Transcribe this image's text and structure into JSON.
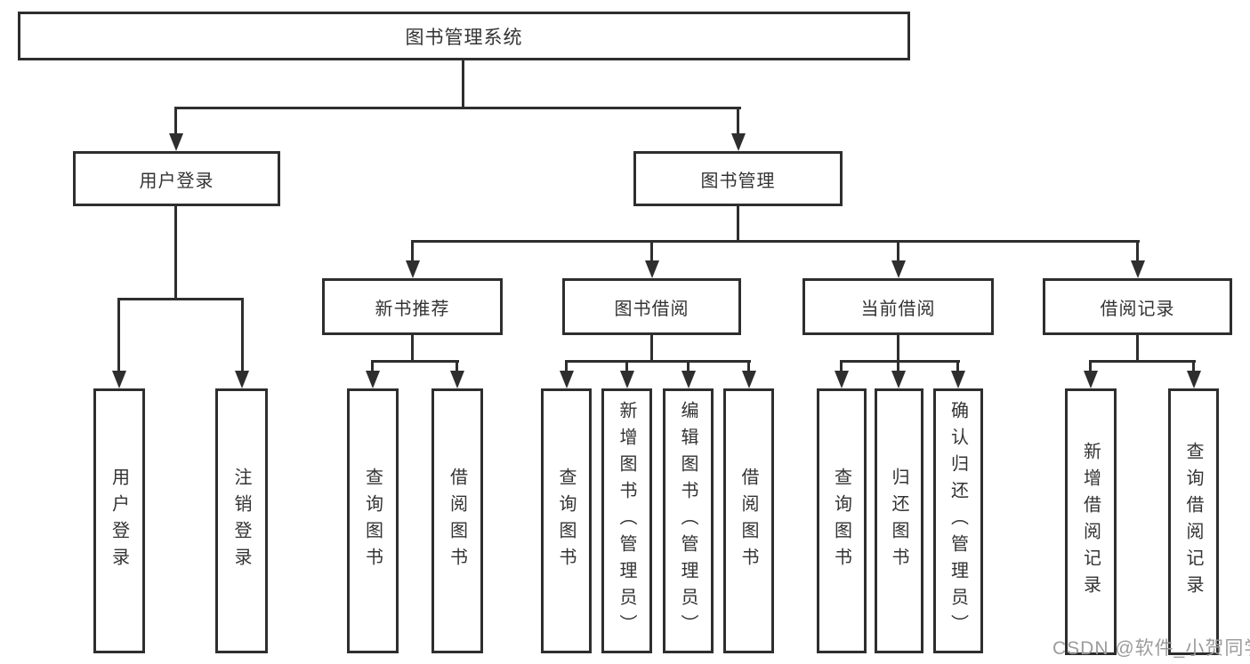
{
  "diagram_type": "tree",
  "tree": {
    "label": "图书管理系统",
    "children": [
      {
        "label": "用户登录",
        "children": [
          {
            "label": "用户登录"
          },
          {
            "label": "注销登录"
          }
        ]
      },
      {
        "label": "图书管理",
        "children": [
          {
            "label": "新书推荐",
            "children": [
              {
                "label": "查询图书"
              },
              {
                "label": "借阅图书"
              }
            ]
          },
          {
            "label": "图书借阅",
            "children": [
              {
                "label": "查询图书"
              },
              {
                "label": "新增图书（管理员）"
              },
              {
                "label": "编辑图书（管理员）"
              },
              {
                "label": "借阅图书"
              }
            ]
          },
          {
            "label": "当前借阅",
            "children": [
              {
                "label": "查询图书"
              },
              {
                "label": "归还图书"
              },
              {
                "label": "确认归还（管理员）"
              }
            ]
          },
          {
            "label": "借阅记录",
            "children": [
              {
                "label": "新增借阅记录"
              },
              {
                "label": "查询借阅记录"
              }
            ]
          }
        ]
      }
    ]
  },
  "watermark": {
    "text": "CSDN @软件_小贺同学"
  },
  "colors": {
    "line": "#2e2e2e",
    "text": "#333333",
    "background": "#ffffff",
    "watermark": "#9c9c9c"
  }
}
